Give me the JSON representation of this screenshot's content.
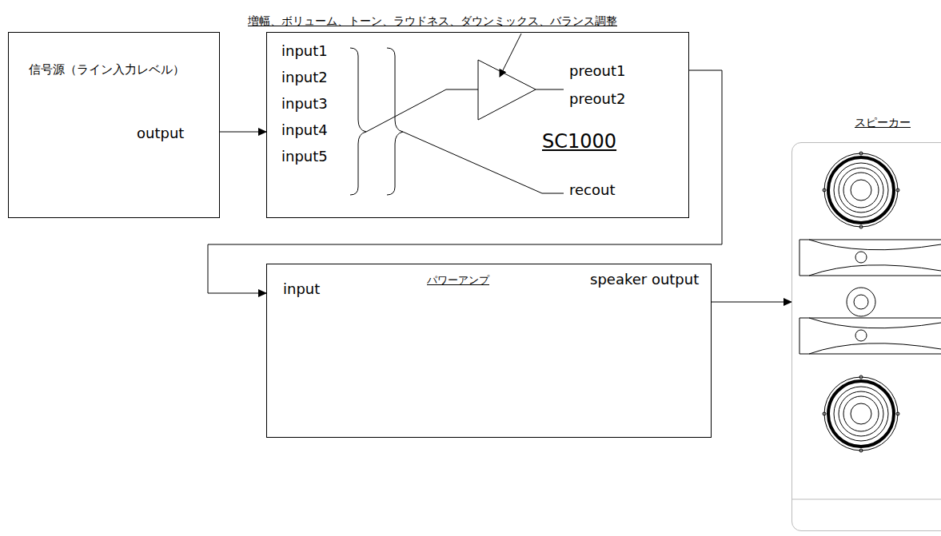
{
  "diagram": {
    "nodes": [
      {
        "text": [
          "信号源（ライン入力レベル）",
          "output"
        ]
      },
      {
        "text": [
          "input1",
          "input2",
          "input3",
          "input4",
          "input5",
          "preout1",
          "preout2",
          "recout",
          "SC1000"
        ]
      },
      {
        "text": [
          "パワーアンプ",
          "input",
          "speaker output"
        ]
      },
      {
        "text": [
          "スピーカー"
        ]
      }
    ],
    "edges": [
      {
        "from": 0,
        "to": 1,
        "arrow": "to"
      },
      {
        "from": 1,
        "to": 2,
        "arrow": "to"
      },
      {
        "from": 2,
        "to": 3,
        "arrow": "to"
      }
    ],
    "labels": [
      "増幅、ボリューム、トーン、ラウドネス、ダウンミックス、バランス調整"
    ]
  }
}
